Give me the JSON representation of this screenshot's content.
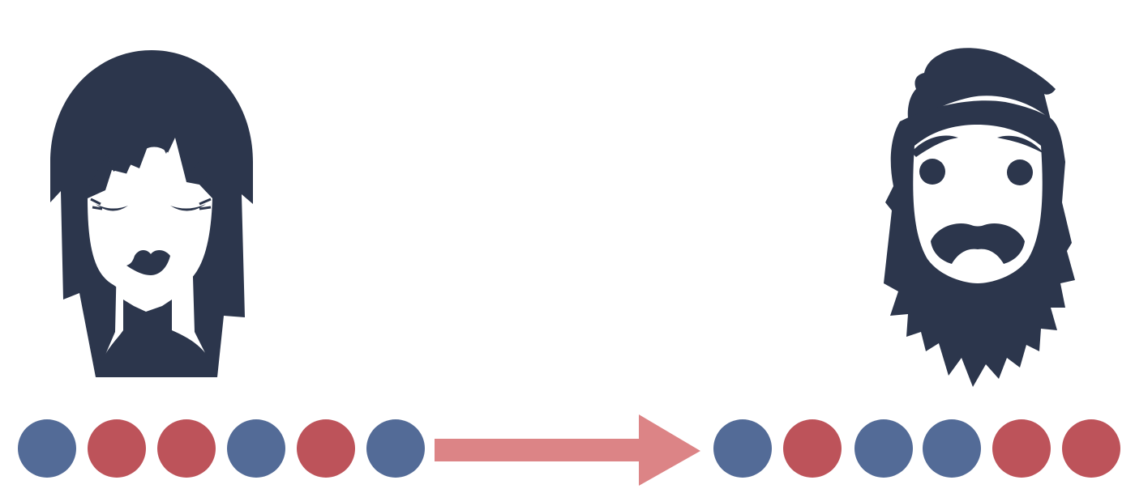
{
  "colors": {
    "figure": "#2c364c",
    "blue": "#536b97",
    "red": "#bd535a",
    "arrow": "#dc8486",
    "background": "#ffffff"
  },
  "sender": {
    "icon": "woman-face-icon",
    "sequence": [
      "blue",
      "red",
      "red",
      "blue",
      "red",
      "blue"
    ]
  },
  "arrow": {
    "icon": "right-arrow-icon",
    "direction": "right"
  },
  "receiver": {
    "icon": "bearded-man-face-icon",
    "sequence": [
      "blue",
      "red",
      "blue",
      "blue",
      "red",
      "red"
    ]
  }
}
